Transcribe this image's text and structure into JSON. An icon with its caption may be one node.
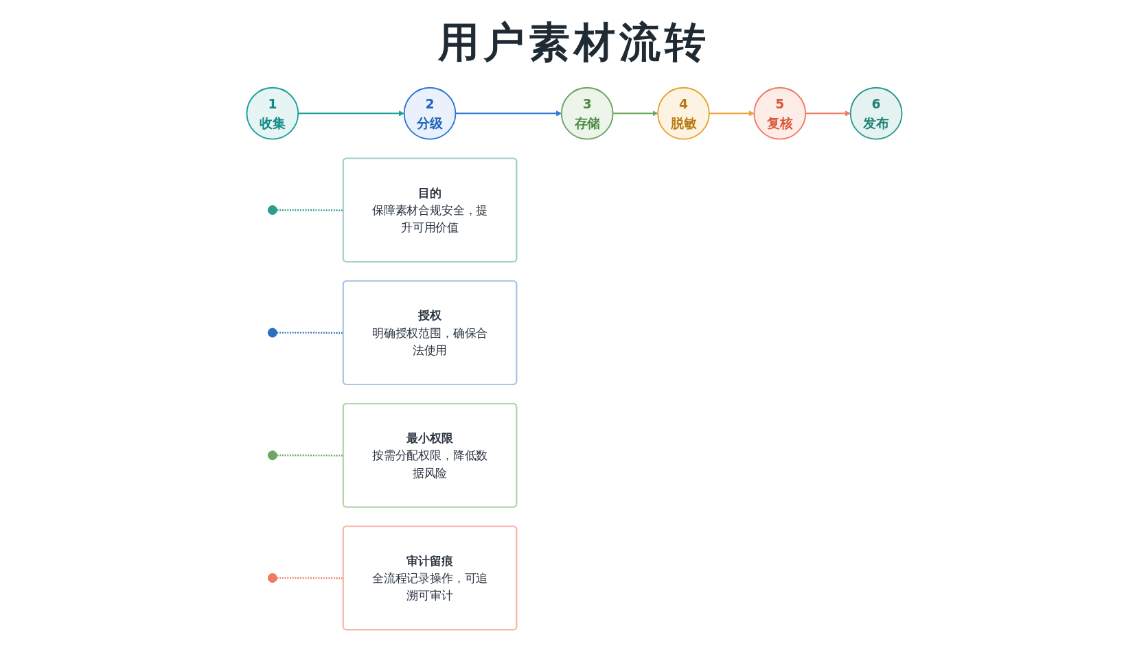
{
  "diagram": {
    "title": "用户素材流转",
    "nodes": [
      {
        "text": [
          "1",
          "收集"
        ]
      },
      {
        "text": [
          "2",
          "分级"
        ]
      },
      {
        "text": [
          "3",
          "存储"
        ]
      },
      {
        "text": [
          "4",
          "脱敏"
        ]
      },
      {
        "text": [
          "5",
          "复核"
        ]
      },
      {
        "text": [
          "6",
          "发布"
        ]
      },
      {
        "text": [],
        "shape": "circle"
      },
      {
        "text": [],
        "shape": "circle"
      },
      {
        "text": [],
        "shape": "circle"
      },
      {
        "text": [],
        "shape": "circle"
      },
      {
        "text": [
          "目的",
          "保障素材合规安全，提升可用价值"
        ]
      },
      {
        "text": [
          "授权",
          "明确授权范围，确保合法使用"
        ]
      },
      {
        "text": [
          "最小权限",
          "按需分配权限，降低数据风险"
        ]
      },
      {
        "text": [
          "审计留痕",
          "全流程记录操作，可追溯可审计"
        ]
      }
    ],
    "edges": [
      {
        "from": 0,
        "to": 1,
        "arrow": "to",
        "color": "#1aa19c"
      },
      {
        "from": 1,
        "to": 2,
        "arrow": "to",
        "color": "#2f7bd8"
      },
      {
        "from": 2,
        "to": 3,
        "arrow": "to",
        "color": "#6aa860"
      },
      {
        "from": 3,
        "to": 4,
        "arrow": "to",
        "color": "#e9a73a"
      },
      {
        "from": 4,
        "to": 5,
        "arrow": "to",
        "color": "#ef7c63"
      },
      {
        "from": 6,
        "to": 10,
        "arrow": "none",
        "style": "dashed",
        "color": "#2a9d8f"
      },
      {
        "from": 7,
        "to": 11,
        "arrow": "none",
        "style": "dashed",
        "color": "#2d6fbf"
      },
      {
        "from": 8,
        "to": 12,
        "arrow": "none",
        "style": "dashed",
        "color": "#6aa860"
      },
      {
        "from": 9,
        "to": 13,
        "arrow": "none",
        "style": "dashed",
        "color": "#f07a5f"
      }
    ]
  }
}
